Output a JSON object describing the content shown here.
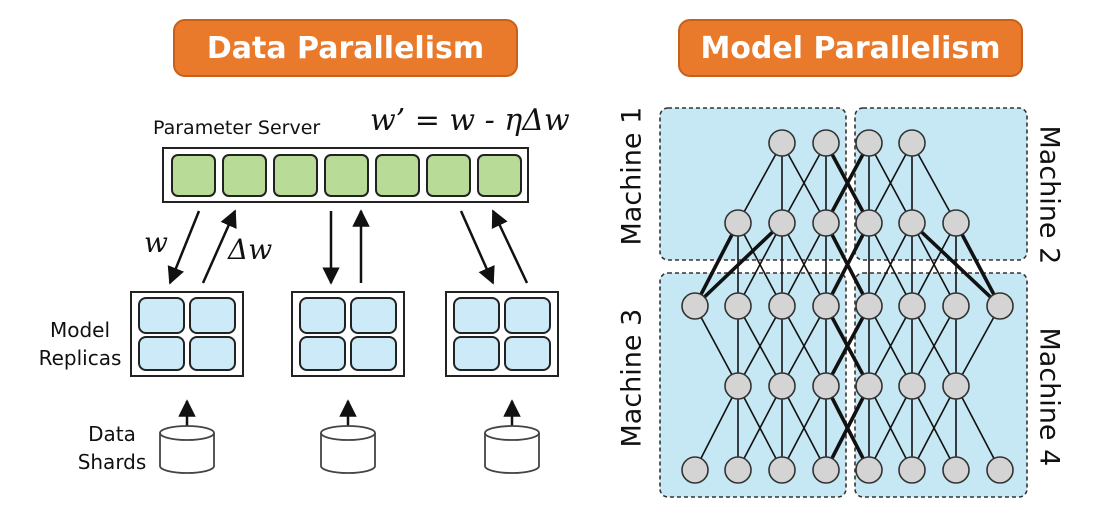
{
  "data_parallelism": {
    "title": "Data Parallelism",
    "server_label": "Parameter Server",
    "update_rule": "w’ = w - ηΔw",
    "arrow_w_label": "w",
    "arrow_dw_label": "Δw",
    "replicas_label_line1": "Model",
    "replicas_label_line2": "Replicas",
    "shards_label_line1": "Data",
    "shards_label_line2": "Shards",
    "colors": {
      "server_cell": "#b8dc98",
      "replica_cell": "#cdeaf8"
    }
  },
  "model_parallelism": {
    "title": "Model Parallelism",
    "machines": [
      "Machine 1",
      "Machine 2",
      "Machine 3",
      "Machine 4"
    ],
    "colors": {
      "machine_bg": "#c5e8f4",
      "node": "#d4d4d4"
    }
  }
}
